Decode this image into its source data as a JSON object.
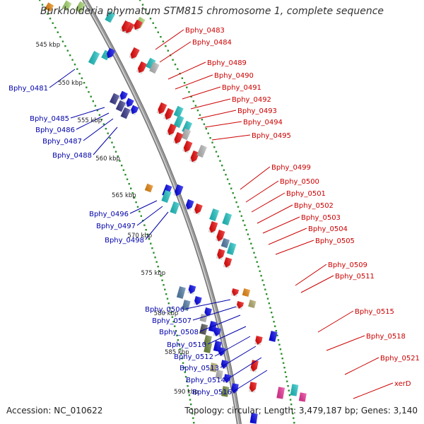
{
  "title": "Burkholderia phymatum STM815 chromosome 1, complete sequence",
  "accession": "Accession: NC_010622",
  "summary": "Topology: circular; Length: 3,479,187 bp; Genes: 3,140",
  "colors": {
    "backbone": "#999999",
    "red": "#ee0000",
    "blue": "#0000ee",
    "cyan": "#20c8c8",
    "grey": "#bbbbbb",
    "navy": "#3b3b90",
    "steel": "#5580aa",
    "olive": "#708a3c",
    "khaki": "#b8b070",
    "orange": "#ef8a10",
    "pink": "#ee3399",
    "lime": "#a8d870",
    "dark": "#555555",
    "green_dots": "#2a8f2a",
    "red_label": "#cc0000",
    "blue_label": "#0000aa"
  },
  "kbp_marks": [
    {
      "label": "545 kbp"
    },
    {
      "label": "550 kbp"
    },
    {
      "label": "555 kbp"
    },
    {
      "label": "560 kbp"
    },
    {
      "label": "565 kbp"
    },
    {
      "label": "570 kbp"
    },
    {
      "label": "575 kbp"
    },
    {
      "label": "580 kbp"
    },
    {
      "label": "585 kbp"
    },
    {
      "label": "590 kbp"
    }
  ],
  "right_labels": [
    {
      "text": "Bphy_0483"
    },
    {
      "text": "Bphy_0484"
    },
    {
      "text": "Bphy_0489"
    },
    {
      "text": "Bphy_0490"
    },
    {
      "text": "Bphy_0491"
    },
    {
      "text": "Bphy_0492"
    },
    {
      "text": "Bphy_0493"
    },
    {
      "text": "Bphy_0494"
    },
    {
      "text": "Bphy_0495"
    },
    {
      "text": "Bphy_0499"
    },
    {
      "text": "Bphy_0500"
    },
    {
      "text": "Bphy_0501"
    },
    {
      "text": "Bphy_0502"
    },
    {
      "text": "Bphy_0503"
    },
    {
      "text": "Bphy_0504"
    },
    {
      "text": "Bphy_0505"
    },
    {
      "text": "Bphy_0509"
    },
    {
      "text": "Bphy_0511"
    },
    {
      "text": "Bphy_0515"
    },
    {
      "text": "Bphy_0518"
    },
    {
      "text": "Bphy_0521"
    },
    {
      "text": "xerD"
    }
  ],
  "left_labels": [
    {
      "text": "Bphy_0481"
    },
    {
      "text": "Bphy_0485"
    },
    {
      "text": "Bphy_0486"
    },
    {
      "text": "Bphy_0487"
    },
    {
      "text": "Bphy_0488"
    },
    {
      "text": "Bphy_0496"
    },
    {
      "text": "Bphy_0497"
    },
    {
      "text": "Bphy_0498"
    },
    {
      "text": "Bphy_0506"
    },
    {
      "text": "Bphy_0507"
    },
    {
      "text": "Bphy_0508"
    },
    {
      "text": "Bphy_0510"
    },
    {
      "text": "Bphy_0512"
    },
    {
      "text": "Bphy_0513"
    },
    {
      "text": "Bphy_0514"
    },
    {
      "text": "Bphy_0516"
    }
  ]
}
